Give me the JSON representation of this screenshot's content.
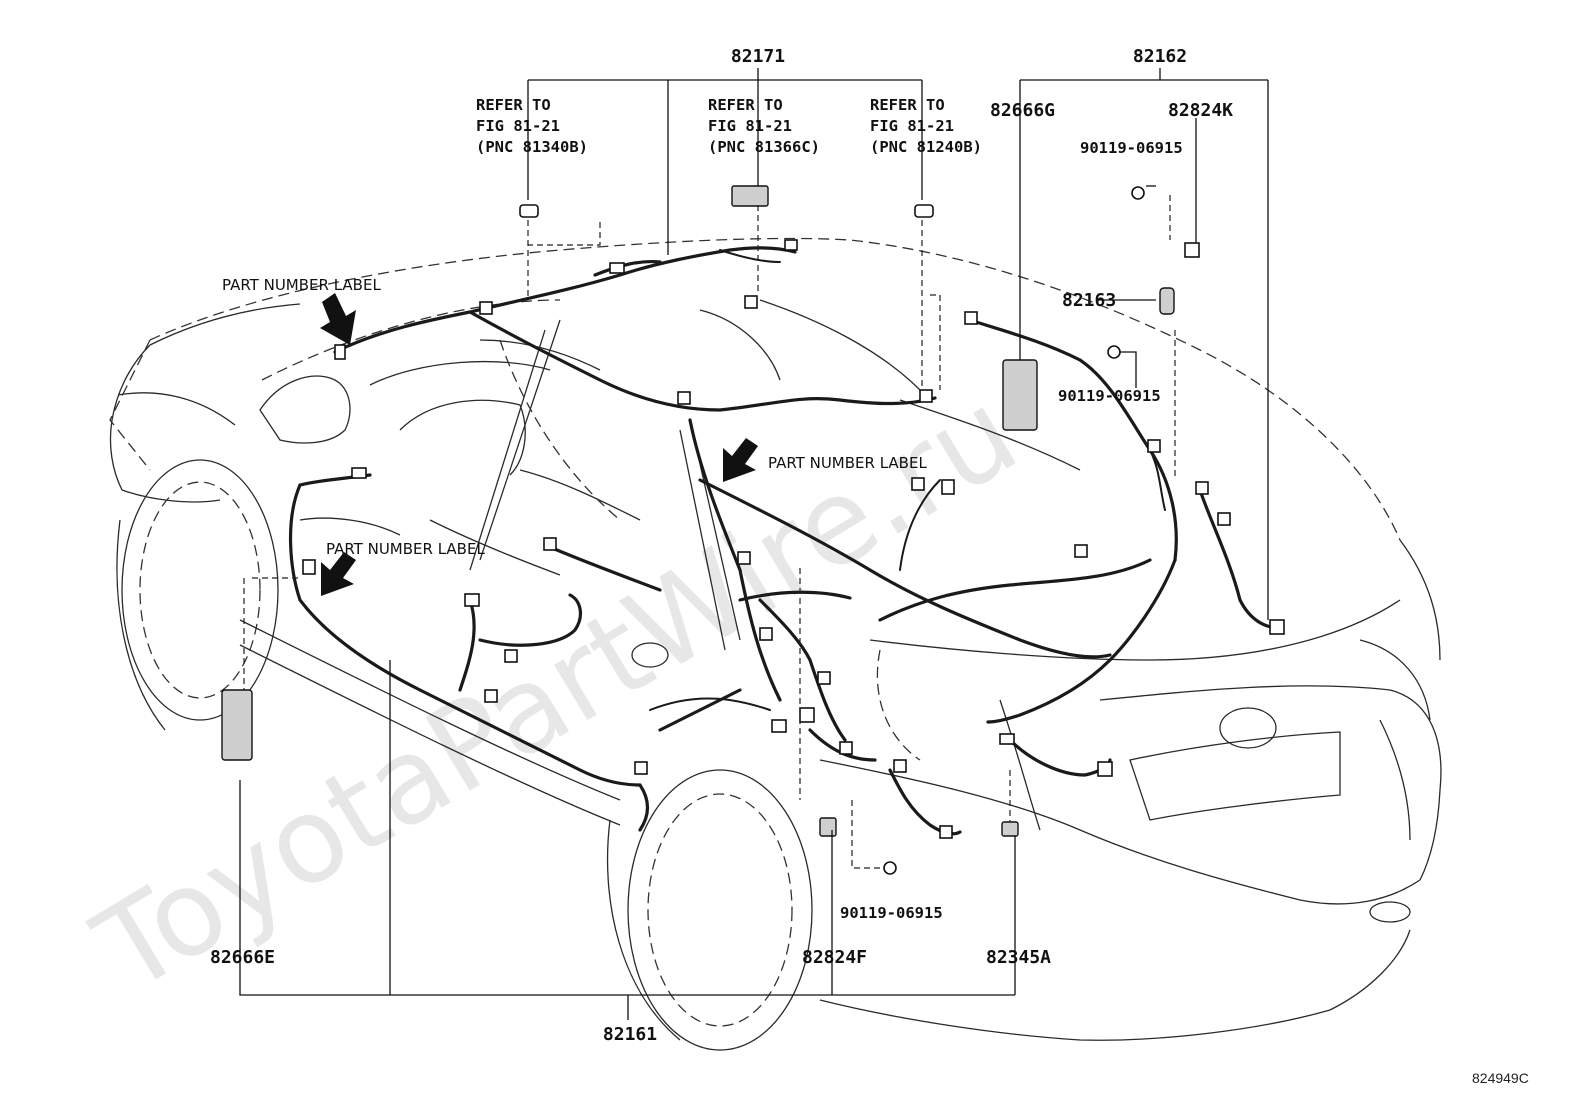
{
  "figure_code": "824949C",
  "watermark": "ToyotaPartWire.ru",
  "parts": {
    "p82171": "82171",
    "p82162": "82162",
    "p82666G": "82666G",
    "p82824K": "82824K",
    "p90119_top": "90119-06915",
    "p82163": "82163",
    "p90119_mid": "90119-06915",
    "p82666E": "82666E",
    "p82824F": "82824F",
    "p82345A": "82345A",
    "p90119_bottom": "90119-06915",
    "p82161": "82161"
  },
  "refs": [
    {
      "line1": "REFER TO",
      "line2": "FIG 81-21",
      "line3": "(PNC 81340B)"
    },
    {
      "line1": "REFER TO",
      "line2": "FIG 81-21",
      "line3": "(PNC 81366C)"
    },
    {
      "line1": "REFER TO",
      "line2": "FIG 81-21",
      "line3": "(PNC 81240B)"
    }
  ],
  "labels": {
    "pn_label_1": "PART NUMBER LABEL",
    "pn_label_2": "PART NUMBER LABEL",
    "pn_label_3": "PART NUMBER LABEL"
  }
}
